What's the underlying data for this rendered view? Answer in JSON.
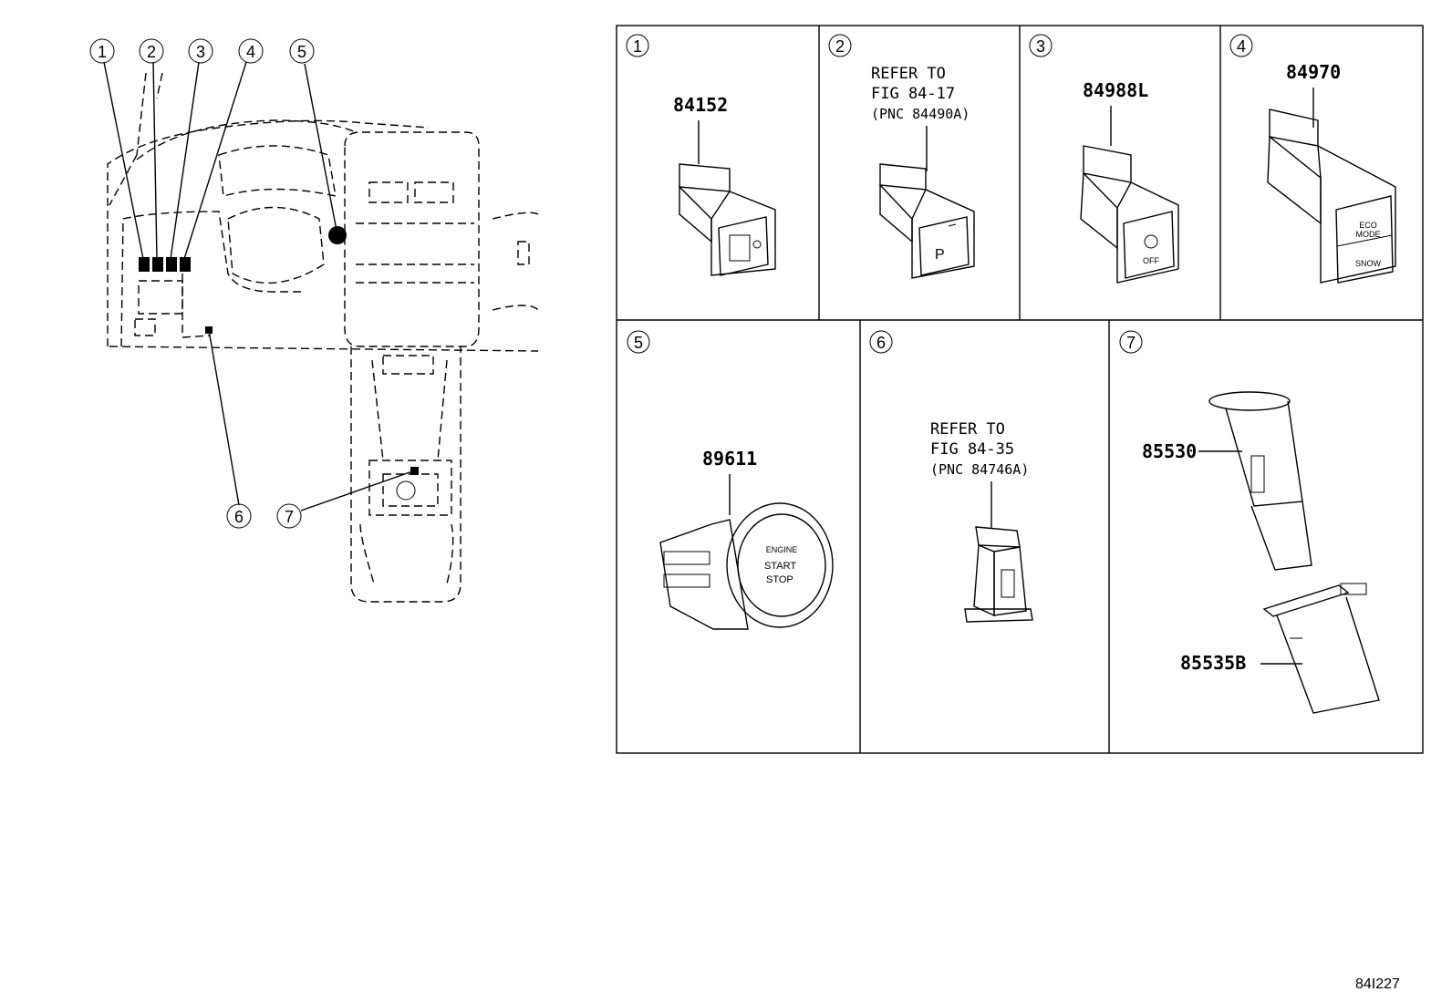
{
  "overview": {
    "callouts": [
      "1",
      "2",
      "3",
      "4",
      "5",
      "6",
      "7"
    ]
  },
  "panels": [
    {
      "index": "1",
      "part_number": "84152"
    },
    {
      "index": "2",
      "refer": [
        "REFER TO",
        "FIG 84-17",
        "(PNC 84490A)"
      ]
    },
    {
      "index": "3",
      "part_number": "84988L"
    },
    {
      "index": "4",
      "part_number": "84970",
      "button_text": [
        "ECO",
        "MODE",
        "SNOW"
      ]
    },
    {
      "index": "5",
      "part_number": "89611",
      "button_text": [
        "ENGINE",
        "START",
        "STOP"
      ]
    },
    {
      "index": "6",
      "refer": [
        "REFER TO",
        "FIG 84-35",
        "(PNC 84746A)"
      ]
    },
    {
      "index": "7",
      "part_numbers": [
        "85530",
        "85535B"
      ]
    }
  ],
  "switch_icons": {
    "panel2_glyph": "P",
    "panel3_text": "OFF"
  },
  "figure_code": "84I227"
}
